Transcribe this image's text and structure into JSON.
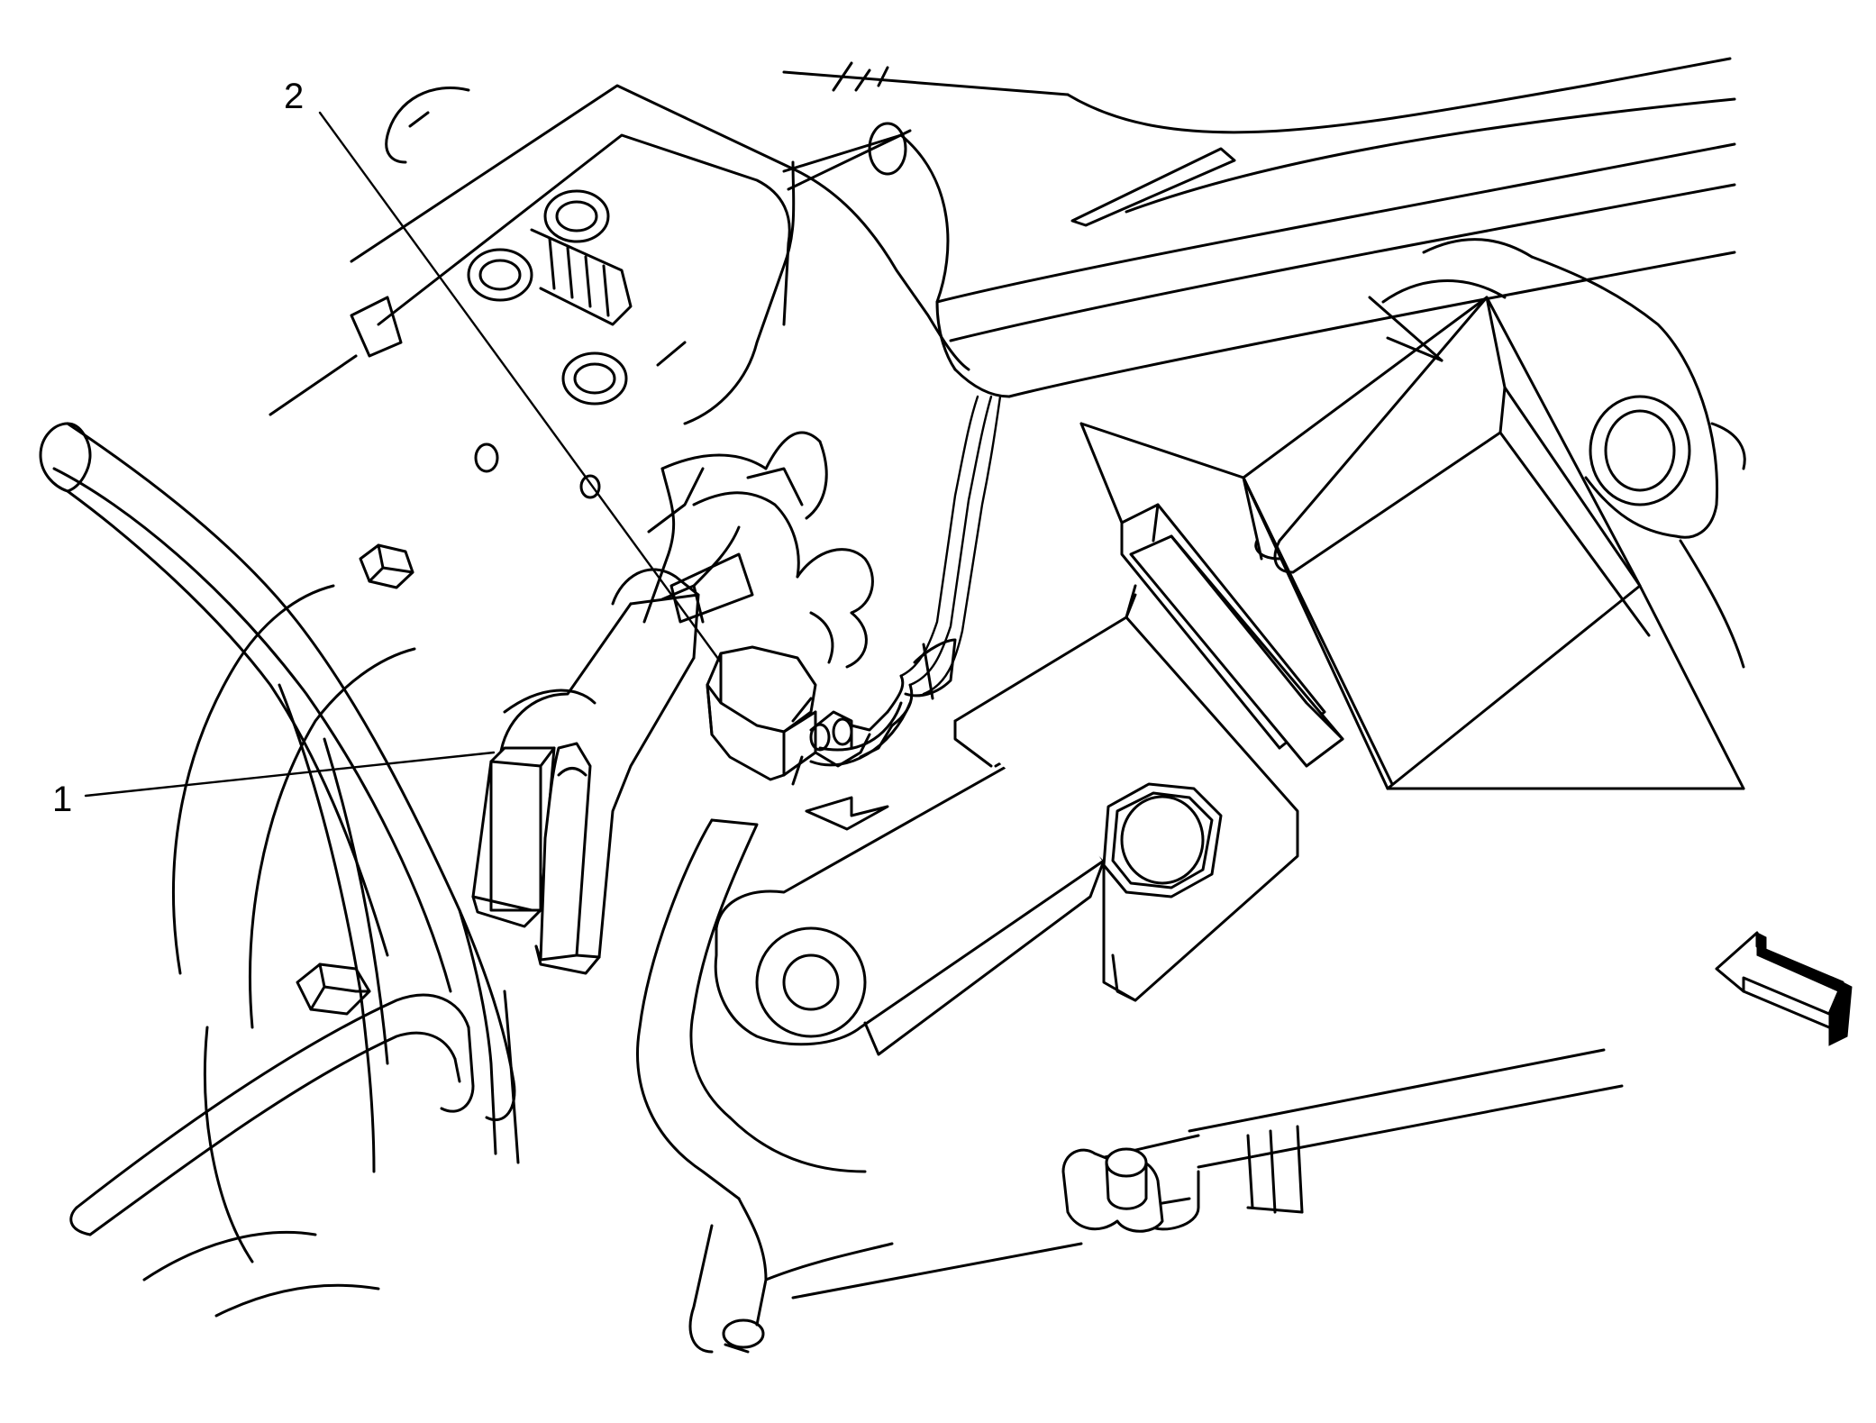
{
  "callouts": [
    {
      "id": "1",
      "label": "1"
    },
    {
      "id": "2",
      "label": "2"
    }
  ],
  "icons": {
    "view_direction": "view-direction-arrow-icon"
  },
  "colors": {
    "line": "#000000",
    "background": "#ffffff"
  }
}
